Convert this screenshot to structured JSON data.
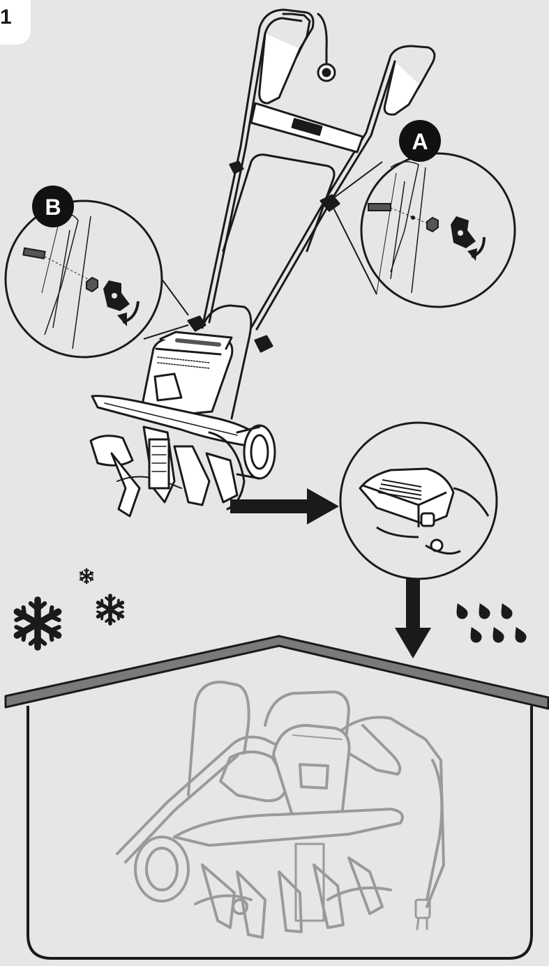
{
  "step": {
    "number": "1"
  },
  "callouts": {
    "a": "A",
    "b": "B"
  },
  "icons": {
    "snowflakes": "snowflake-icon",
    "rain": "raindrop-icon",
    "arrows": "arrow-icon",
    "shelter": "house-outline"
  },
  "colors": {
    "background": "#e6e6e6",
    "line": "#1a1a1a",
    "roof": "#7a7a7a",
    "faded_line": "#9a9a9a",
    "badge": "#111111"
  }
}
